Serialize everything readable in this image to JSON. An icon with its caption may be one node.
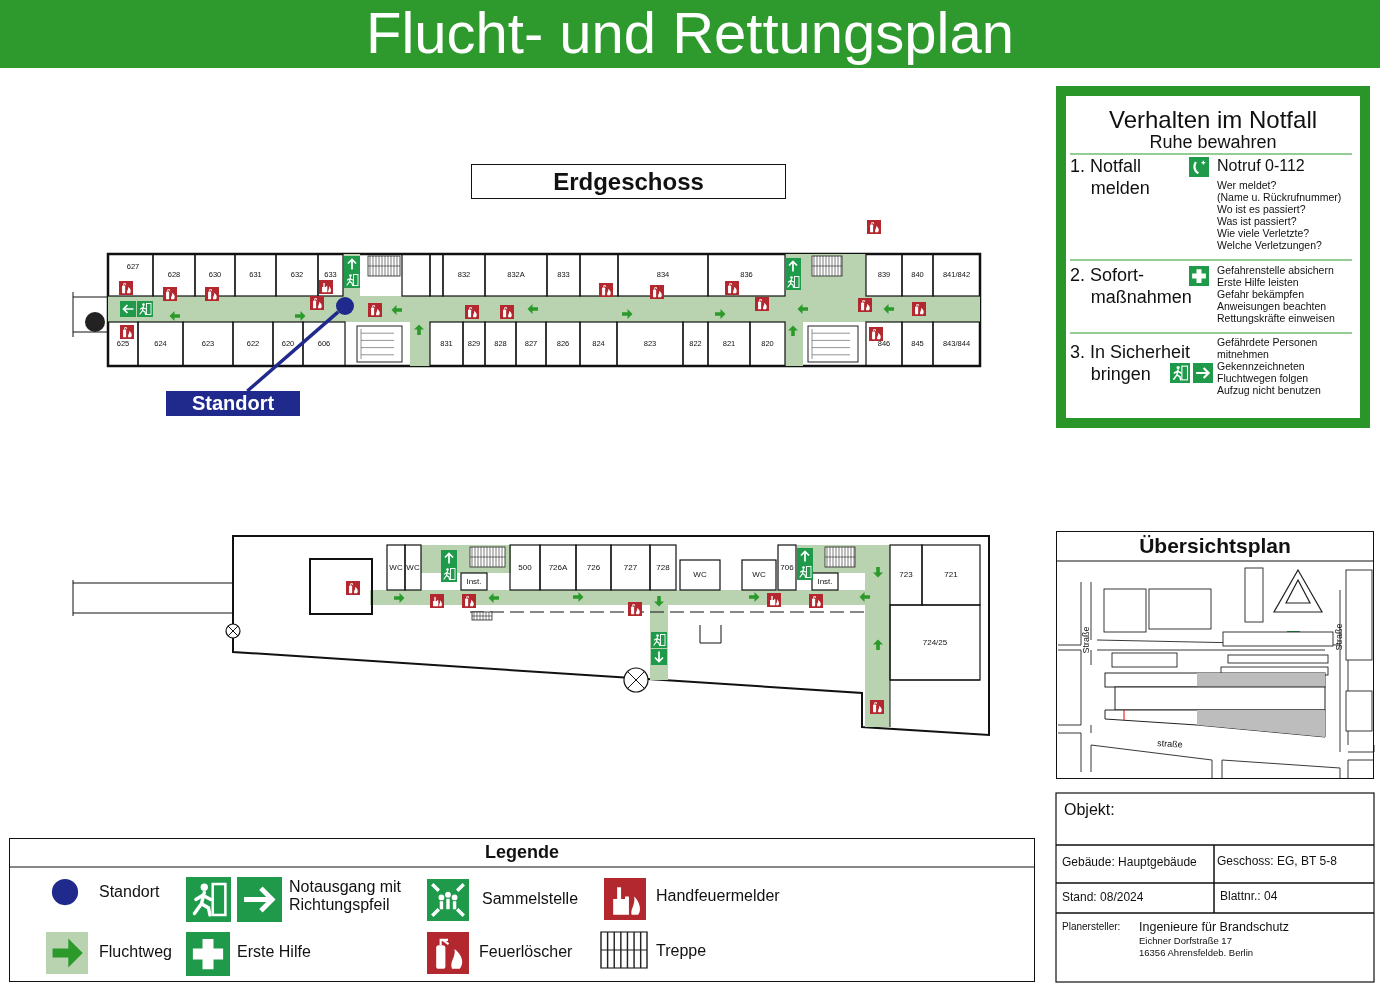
{
  "diagram": {
    "title": "Flucht- und Rettungsplan",
    "nodes": [
      {
        "text": [
          "Erdgeschoss"
        ]
      },
      {
        "text": [
          "Verhalten im Notfall",
          "Ruhe bewahren"
        ]
      },
      {
        "text": [],
        "shape": "circle"
      },
      {
        "text": [
          "Standort"
        ]
      },
      {
        "text": [
          "Übersichtsplan"
        ]
      },
      {
        "text": [
          "Legende"
        ]
      }
    ],
    "edges": [
      {
        "from": 3,
        "to": 2,
        "arrow": "none"
      }
    ],
    "labels": [
      "627",
      "628",
      "630",
      "631",
      "632",
      "633",
      "832",
      "832A",
      "833",
      "834",
      "836",
      "839",
      "840",
      "841/842",
      "625",
      "624",
      "623",
      "622",
      "620",
      "606",
      "831",
      "829",
      "828",
      "827",
      "826",
      "824",
      "823",
      "822",
      "821",
      "820",
      "846",
      "845",
      "843/844",
      "WC",
      "WC",
      "Inst.",
      "500",
      "726A",
      "726",
      "727",
      "728",
      "WC",
      "WC",
      "706",
      "Inst.",
      "723",
      "721",
      "724/25",
      "1. Notfall melden",
      "Notruf 0-112",
      "Wer meldet?",
      "(Name u. Rückrufnummer)",
      "Wo ist es passiert?",
      "Was ist passiert?",
      "Wie viele Verletzte?",
      "Welche Verletzungen?",
      "2. Sofort- maßnahmen",
      "Gefahrenstelle absichern",
      "Erste Hilfe leisten",
      "Gefahr bekämpfen",
      "Anweisungen beachten",
      "Rettungskräfte einweisen",
      "3. In Sicherheit bringen",
      "Gefährdete Personen mitnehmen",
      "Gekennzeichneten Fluchtwegen folgen",
      "Aufzug nicht benutzen",
      "Straße",
      "Straße",
      "straße",
      "Objekt:",
      "Gebäude: Hauptgebäude",
      "Geschoss: EG, BT 5-8",
      "Stand: 08/2024",
      "Blattnr.: 04",
      "Planersteller:",
      "Ingenieure für Brandschutz",
      "Eichner Dorfstraße 17",
      "16356 Ahrensfeldeb. Berlin"
    ],
    "legend": [
      {
        "text": "Standort"
      },
      {
        "text": "Notausgang mit Richtungspfeil"
      },
      {
        "text": "Sammelstelle"
      },
      {
        "text": "Handfeuermelder"
      },
      {
        "text": "Fluchtweg"
      },
      {
        "text": "Erste Hilfe"
      },
      {
        "text": "Feuerlöscher"
      },
      {
        "text": "Treppe"
      }
    ]
  }
}
